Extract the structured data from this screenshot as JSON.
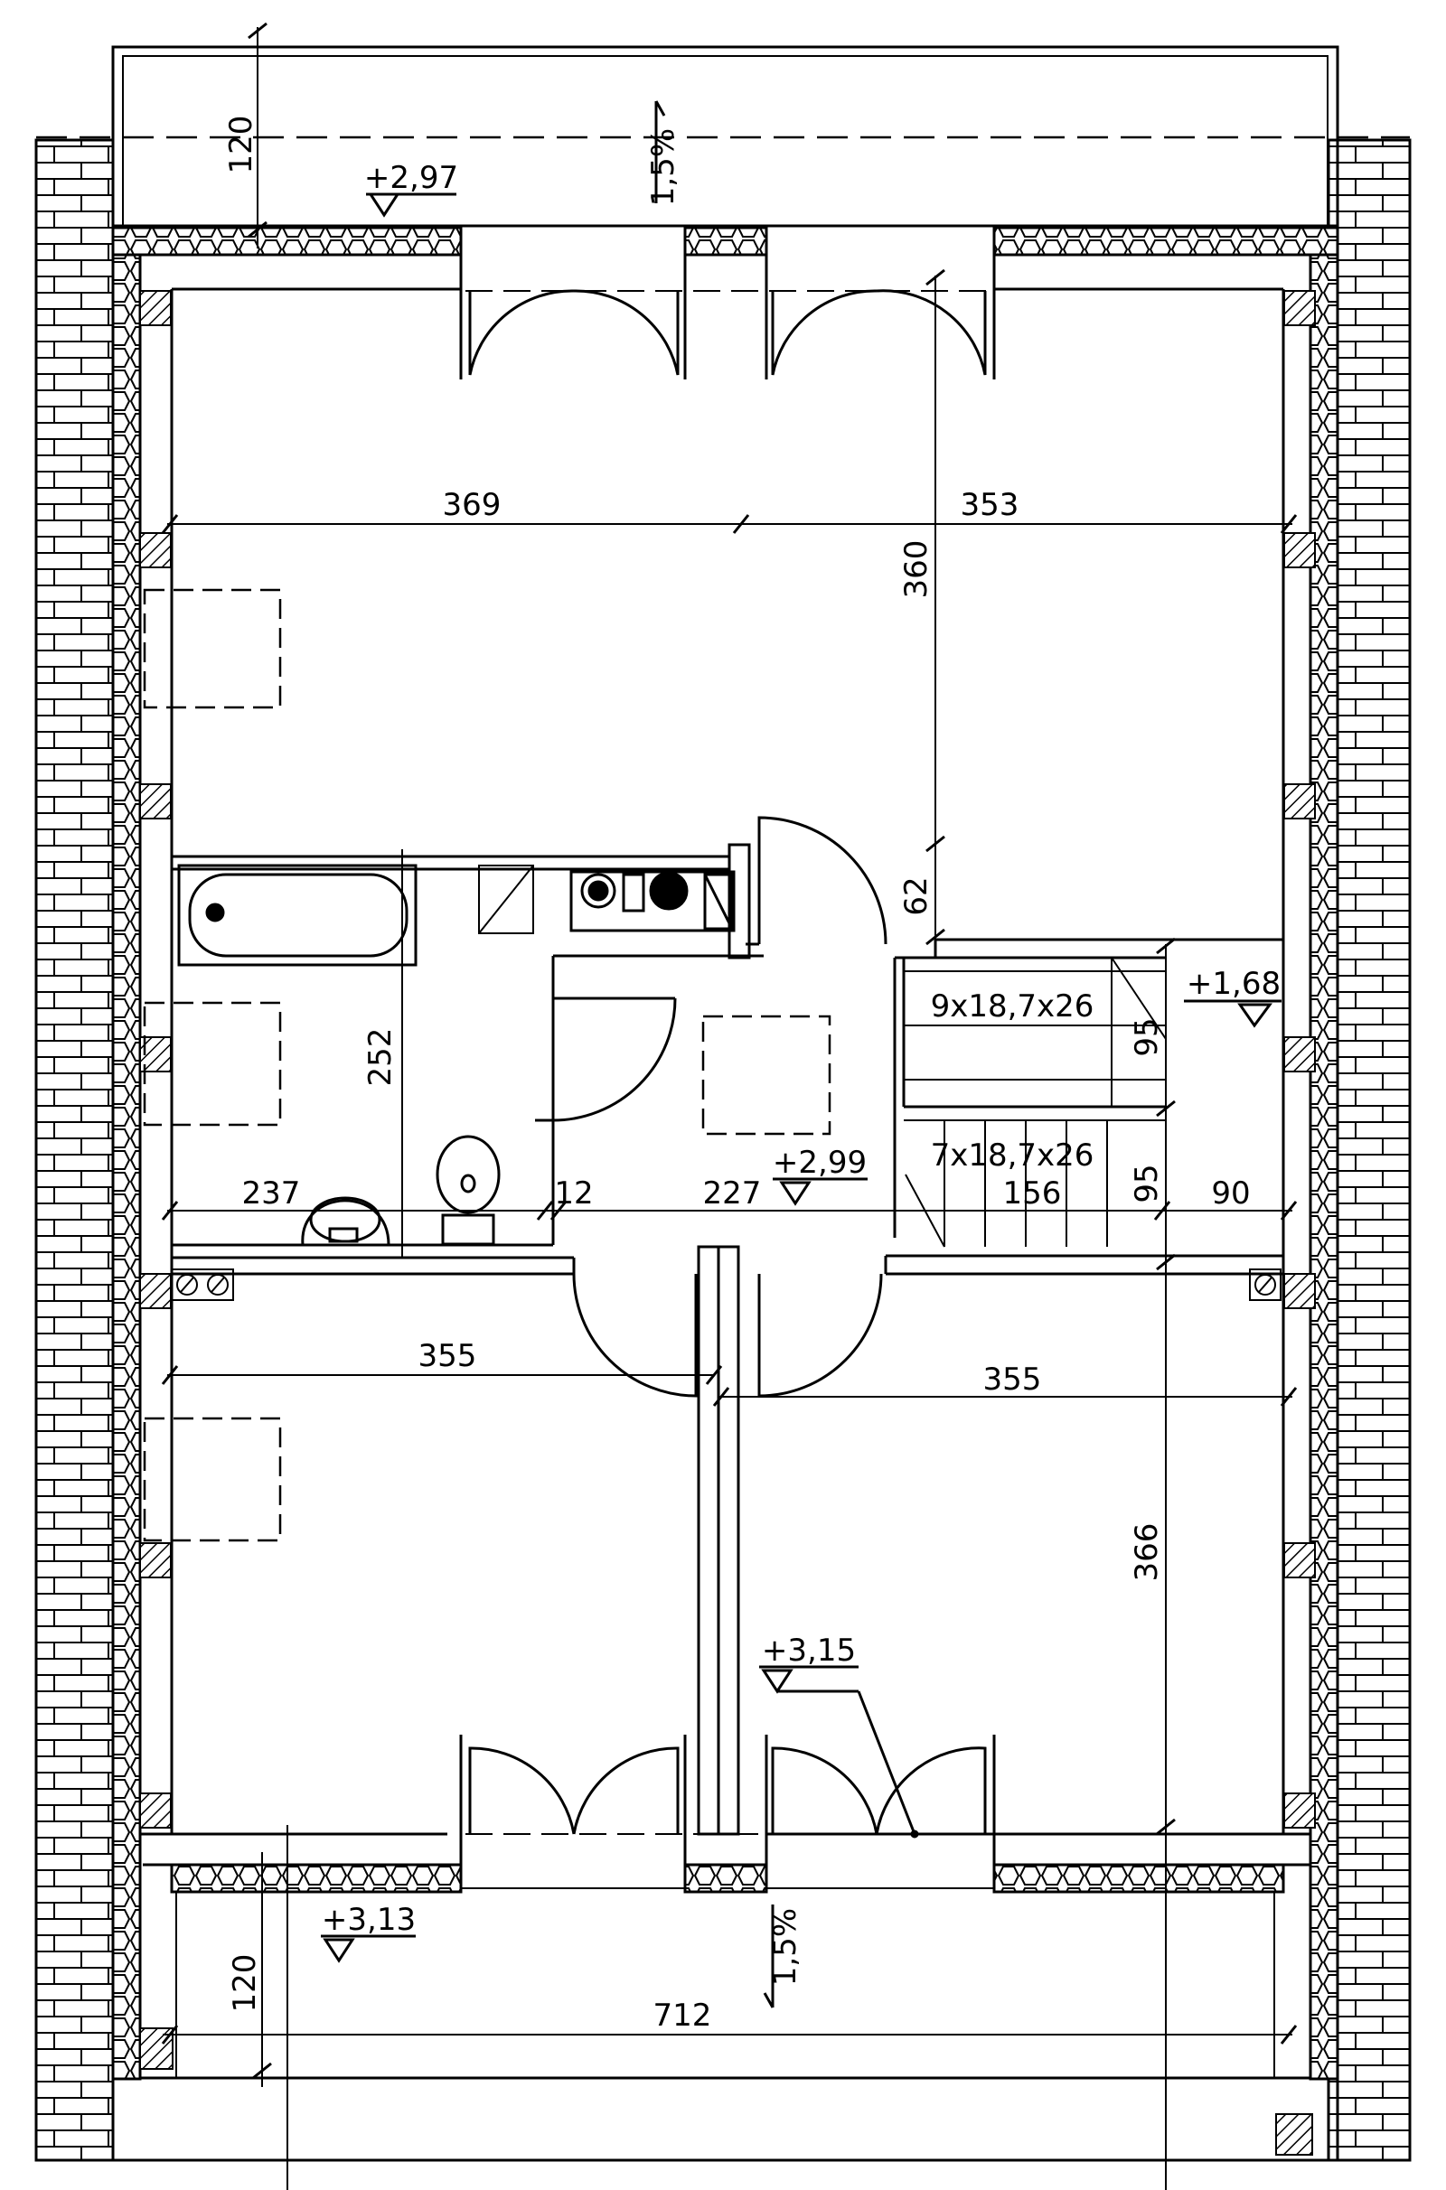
{
  "colors": {
    "ink": "#000000",
    "background": "#ffffff"
  },
  "dimensions": {
    "top_bedroom_left_width": "369",
    "top_bedroom_right_width": "353",
    "top_room_depth": "360",
    "hall_offset": "62",
    "bathroom_depth": "252",
    "bathroom_width": "237",
    "partition": "12",
    "hall_width": "227",
    "stair_width": "156",
    "stair_landing": "90",
    "stair_gap_upper": "95",
    "stair_gap_lower": "95",
    "bottom_left_width": "355",
    "bottom_right_width": "355",
    "bottom_room_depth": "366",
    "balcony_top_depth": "120",
    "balcony_bottom_depth": "120",
    "total_width": "712"
  },
  "stairs": {
    "upper_flight": "9x18,7x26",
    "lower_flight": "7x18,7x26"
  },
  "levels": {
    "top_balcony": "+2,97",
    "stair_landing": "+1,68",
    "hall_floor": "+2,99",
    "bottom_room": "+3,15",
    "bottom_balcony": "+3,13"
  },
  "slopes": {
    "top": "1,5%",
    "bottom": "1,5%"
  }
}
